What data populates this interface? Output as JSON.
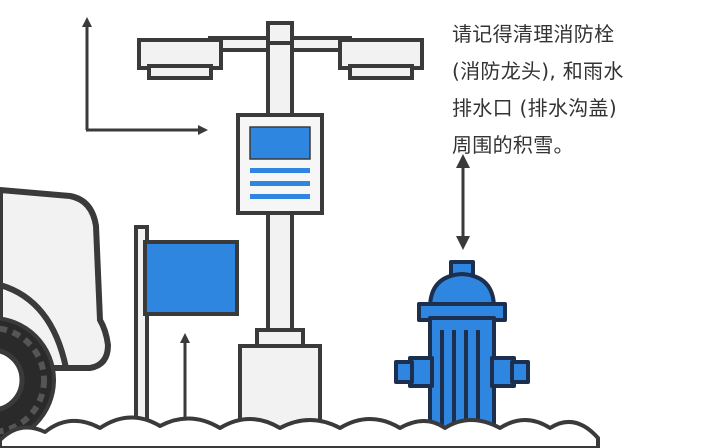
{
  "caption": {
    "lines": [
      "请记得清理消防栓",
      "(消防龙头), 和雨水",
      "排水口 (排水沟盖)",
      "周围的积雪。"
    ]
  },
  "colors": {
    "outline": "#3a3a3a",
    "blue": "#2f86e0",
    "dark_blue": "#1d2f4e",
    "light_panel": "#f4f4f4",
    "snow": "#ffffff"
  },
  "icons": [
    "up-arrow-icon",
    "right-arrow-icon",
    "double-vertical-arrow-icon",
    "up-arrow-flag-icon",
    "street-lamp-icon",
    "sign-panel-icon",
    "flag-icon",
    "fire-hydrant-icon",
    "snowplow-truck-icon",
    "tire-icon",
    "snow-drift-icon"
  ]
}
